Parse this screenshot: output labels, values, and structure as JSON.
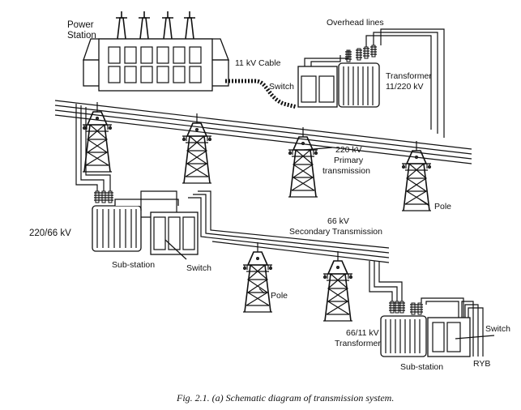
{
  "labels": {
    "power_station": [
      "Power",
      "Station"
    ],
    "cable": "11 kV Cable",
    "switch_top": "Switch",
    "overhead": "Overhead lines",
    "transformer_top": [
      "Transformer",
      "11/220 kV"
    ],
    "primary": [
      "220 kV",
      "Primary",
      "transmission"
    ],
    "pole_right": "Pole",
    "ratio_left": "220/66 kV",
    "secondary": [
      "66 kV",
      "Secondary Transmission"
    ],
    "substation_left": "Sub-station",
    "switch_left": "Switch",
    "pole_mid": "Pole",
    "transformer_bottom": [
      "66/11 kV",
      "Transformer"
    ],
    "substation_bottom": "Sub-station",
    "switch_bottom": "Switch",
    "ryb": "RYB"
  },
  "caption": "Fig. 2.1. (a) Schematic diagram of transmission system."
}
